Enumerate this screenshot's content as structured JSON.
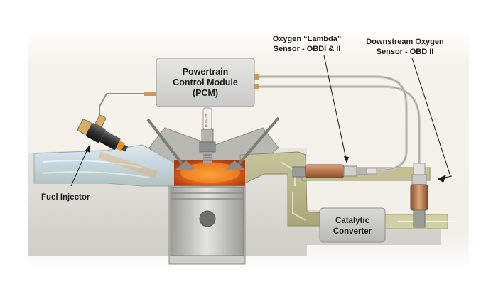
{
  "pcm": {
    "line1": "Powertrain",
    "line2": "Control Module",
    "line3": "(PCM)"
  },
  "catalytic_converter": {
    "line1": "Catalytic",
    "line2": "Converter"
  },
  "oxygen_sensor_upstream": {
    "line1": "Oxygen “Lambda”",
    "line2": "Sensor - OBDI & II"
  },
  "oxygen_sensor_downstream": {
    "line1": "Downstream Oxygen",
    "line2": "Sensor - OBD II"
  },
  "fuel_injector": {
    "label": "Fuel Injector"
  },
  "spark_plug": {
    "brand_text": "BOSCH"
  },
  "colors": {
    "exhaust_gas": "#b7b48a",
    "intake_air": "#c7d8e2",
    "combustion": "#e06a1a",
    "module_box": "#d7d8d6",
    "wire": "#8f8f8f"
  }
}
